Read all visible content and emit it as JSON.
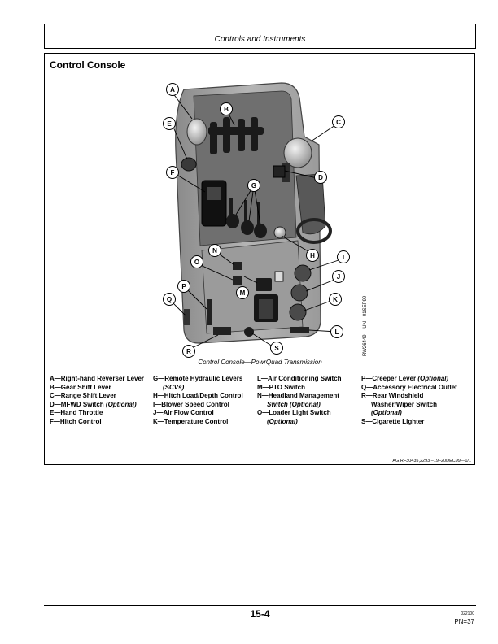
{
  "header": {
    "title": "Controls and Instruments"
  },
  "section": {
    "title": "Control Console"
  },
  "figure": {
    "image_id": "RW26449 —UN—01SEP99",
    "caption": "Control Console—PowrQuad Transmission",
    "callouts": [
      "A",
      "B",
      "C",
      "D",
      "E",
      "F",
      "G",
      "H",
      "I",
      "J",
      "K",
      "L",
      "M",
      "N",
      "O",
      "P",
      "Q",
      "R",
      "S"
    ]
  },
  "legend": {
    "col1": [
      {
        "key": "A",
        "text": "Right-hand Reverser Lever"
      },
      {
        "key": "B",
        "text": "Gear Shift Lever"
      },
      {
        "key": "C",
        "text": "Range Shift Lever"
      },
      {
        "key": "D",
        "text": "MFWD Switch",
        "opt": "(Optional)"
      },
      {
        "key": "E",
        "text": "Hand Throttle"
      },
      {
        "key": "F",
        "text": "Hitch Control"
      }
    ],
    "col2": {
      "g_text": "Remote Hydraulic Levers",
      "g_sub": "(SCVs)",
      "h_text": "Hitch Load/Depth Control",
      "i_text": "Blower Speed Control",
      "j_text": "Air Flow Control",
      "k_text": "Temperature Control"
    },
    "col3": {
      "l_text": "Air Conditioning Switch",
      "m_text": "PTO Switch",
      "n_text": "Headland Management",
      "n_sub": "Switch (Optional)",
      "o_text": "Loader Light Switch",
      "o_sub": "(Optional)"
    },
    "col4": {
      "p_text": "Creeper Lever",
      "p_opt": "(Optional)",
      "q_text": "Accessory Electrical Outlet",
      "r_text": "Rear Windshield",
      "r_sub1": "Washer/Wiper Switch",
      "r_sub2": "(Optional)",
      "s_text": "Cigarette Lighter"
    },
    "dash": "—"
  },
  "doc_ref": "AG,RF30435,2293   –19–20DEC99—1/1",
  "footer": {
    "page": "15-4",
    "code": "022100",
    "pn": "PN=37"
  }
}
